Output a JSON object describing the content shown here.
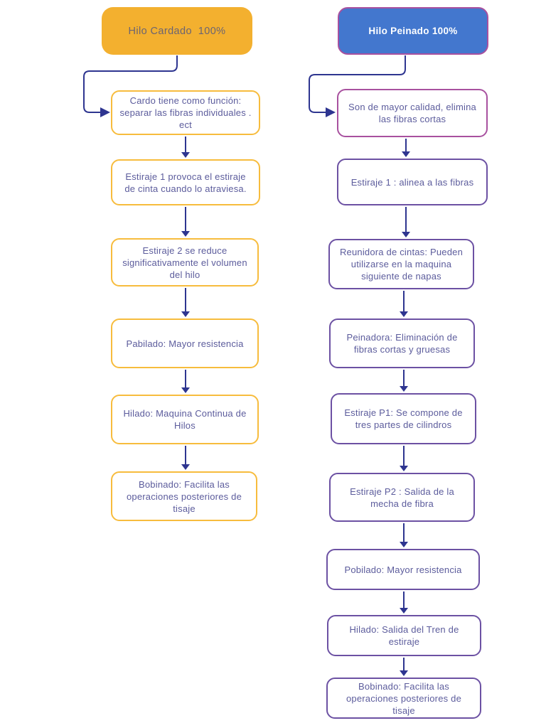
{
  "colors": {
    "accent-yellow": "#F3B02F",
    "yellow-border": "#F7BC3D",
    "accent-blue": "#4377CE",
    "magenta-border": "#A8519F",
    "purple-border": "#6C51A3",
    "arrow-navy": "#2E3590",
    "text-purple": "#5C5C9C",
    "header-left-text": "#6B6472",
    "bg": "#FFFFFF"
  },
  "diagram": {
    "left": {
      "header": "Hilo Cardado  100%",
      "steps": [
        "Cardo tiene como función: separar las fibras individuales . ect",
        "Estiraje 1 provoca el estiraje de cinta cuando lo atraviesa.",
        "Estiraje 2 se reduce significativamente el volumen del hilo",
        "Pabilado: Mayor resistencia",
        "Hilado: Maquina Continua de Hilos",
        "Bobinado: Facilita las operaciones posteriores de tisaje"
      ]
    },
    "right": {
      "header": "Hilo Peinado 100%",
      "steps": [
        "Son de mayor calidad, elimina las fibras cortas",
        "Estiraje 1 : alinea a las fibras",
        "Reunidora de cintas: Pueden utilizarse en la maquina siguiente de napas",
        "Peinadora: Eliminación de fibras cortas y gruesas",
        "Estiraje P1: Se compone de tres partes de cilindros",
        "Estiraje P2 : Salida de la mecha de fibra",
        "Pobilado: Mayor resistencia",
        "Hilado: Salida del Tren de estiraje",
        "Bobinado: Facilita las operaciones posteriores de tisaje"
      ]
    }
  }
}
